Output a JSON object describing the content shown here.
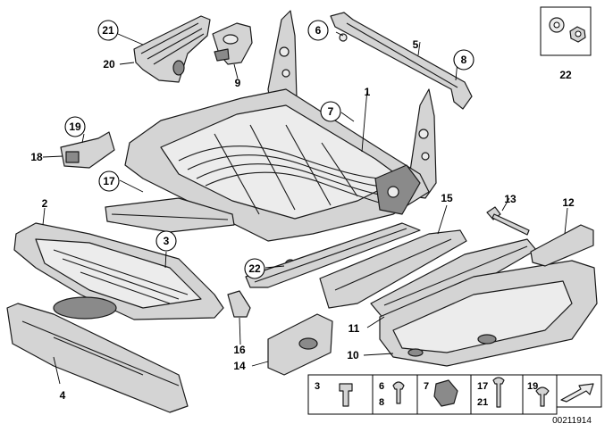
{
  "diagram": {
    "callouts": {
      "c1": "1",
      "c2": "2",
      "c3": "3",
      "c4": "4",
      "c5": "5",
      "c6": "6",
      "c7": "7",
      "c8": "8",
      "c9": "9",
      "c10": "10",
      "c11": "11",
      "c12": "12",
      "c13": "13",
      "c14": "14",
      "c15": "15",
      "c16": "16",
      "c17": "17",
      "c18": "18",
      "c19": "19",
      "c20": "20",
      "c21": "21",
      "c22a": "22",
      "c22b": "22"
    },
    "legend": {
      "cell1": {
        "line1": "3"
      },
      "cell2": {
        "line1": "6",
        "line2": "8"
      },
      "cell3": {
        "line1": "7"
      },
      "cell4": {
        "line1": "17",
        "line2": "21"
      },
      "cell5": {
        "line1": "19"
      }
    },
    "document_number": "00211914"
  }
}
